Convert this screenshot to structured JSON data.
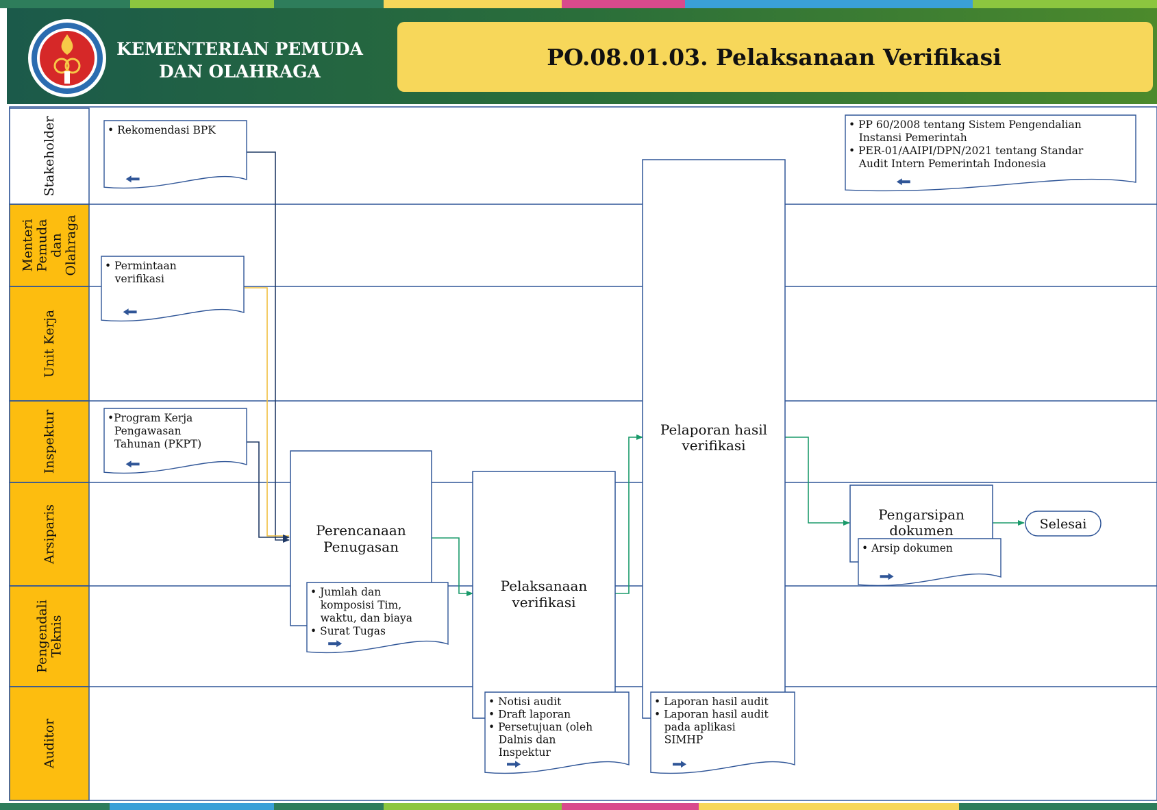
{
  "header": {
    "org_line1": "KEMENTERIAN PEMUDA",
    "org_line2": "DAN OLAHRAGA",
    "title": "PO.08.01.03.  Pelaksanaan  Verifikasi",
    "logo_icon": "kemenpora-emblem-icon",
    "header_color": "#1f5a3c",
    "title_box_color": "#f7d75a"
  },
  "lanes": [
    {
      "lines": [
        "Stakeholder"
      ]
    },
    {
      "lines": [
        "Menteri",
        "Pemuda",
        "dan",
        "Olahraga"
      ]
    },
    {
      "lines": [
        "Unit Kerja"
      ]
    },
    {
      "lines": [
        "Inspektur"
      ]
    },
    {
      "lines": [
        "Arsiparis"
      ]
    },
    {
      "lines": [
        "Pengendali",
        "Teknis"
      ]
    },
    {
      "lines": [
        "Auditor"
      ]
    }
  ],
  "lane_colors": {
    "first": "#ffffff",
    "others": "#fdbd0f",
    "line": "#2f5597"
  },
  "documents": {
    "rekomendasi": [
      "• Rekomendasi BPK"
    ],
    "permintaan": [
      "• Permintaan",
      "   verifikasi"
    ],
    "pkpt": [
      "•Program Kerja",
      "  Pengawasan",
      "  Tahunan (PKPT)"
    ],
    "regulasi": [
      "• PP 60/2008 tentang Sistem Pengendalian",
      "   Instansi Pemerintah",
      "• PER-01/AAIPI/DPN/2021 tentang Standar",
      "   Audit Intern Pemerintah Indonesia"
    ],
    "jumlah": [
      "• Jumlah dan",
      "   komposisi Tim,",
      "   waktu, dan biaya",
      "• Surat Tugas"
    ],
    "notisi": [
      "• Notisi audit",
      "• Draft laporan",
      "• Persetujuan (oleh",
      "   Dalnis dan",
      "   Inspektur"
    ],
    "laporan": [
      "• Laporan hasil audit",
      "• Laporan hasil audit",
      "   pada aplikasi",
      "   SIMHP"
    ],
    "arsip": [
      "• Arsip dokumen"
    ]
  },
  "processes": {
    "perencanaan": [
      "Perencanaan",
      "Penugasan"
    ],
    "pelaksanaan": [
      "Pelaksanaan",
      "verifikasi"
    ],
    "pelaporan": [
      "Pelaporan hasil",
      "verifikasi"
    ],
    "pengarsipan": [
      "Pengarsipan",
      "dokumen"
    ]
  },
  "end": {
    "label": "Selesai"
  },
  "connector_colors": {
    "dark": "#1f3864",
    "green": "#1a9a6a",
    "orange": "#f0c040",
    "arrow": "#2f5597"
  }
}
